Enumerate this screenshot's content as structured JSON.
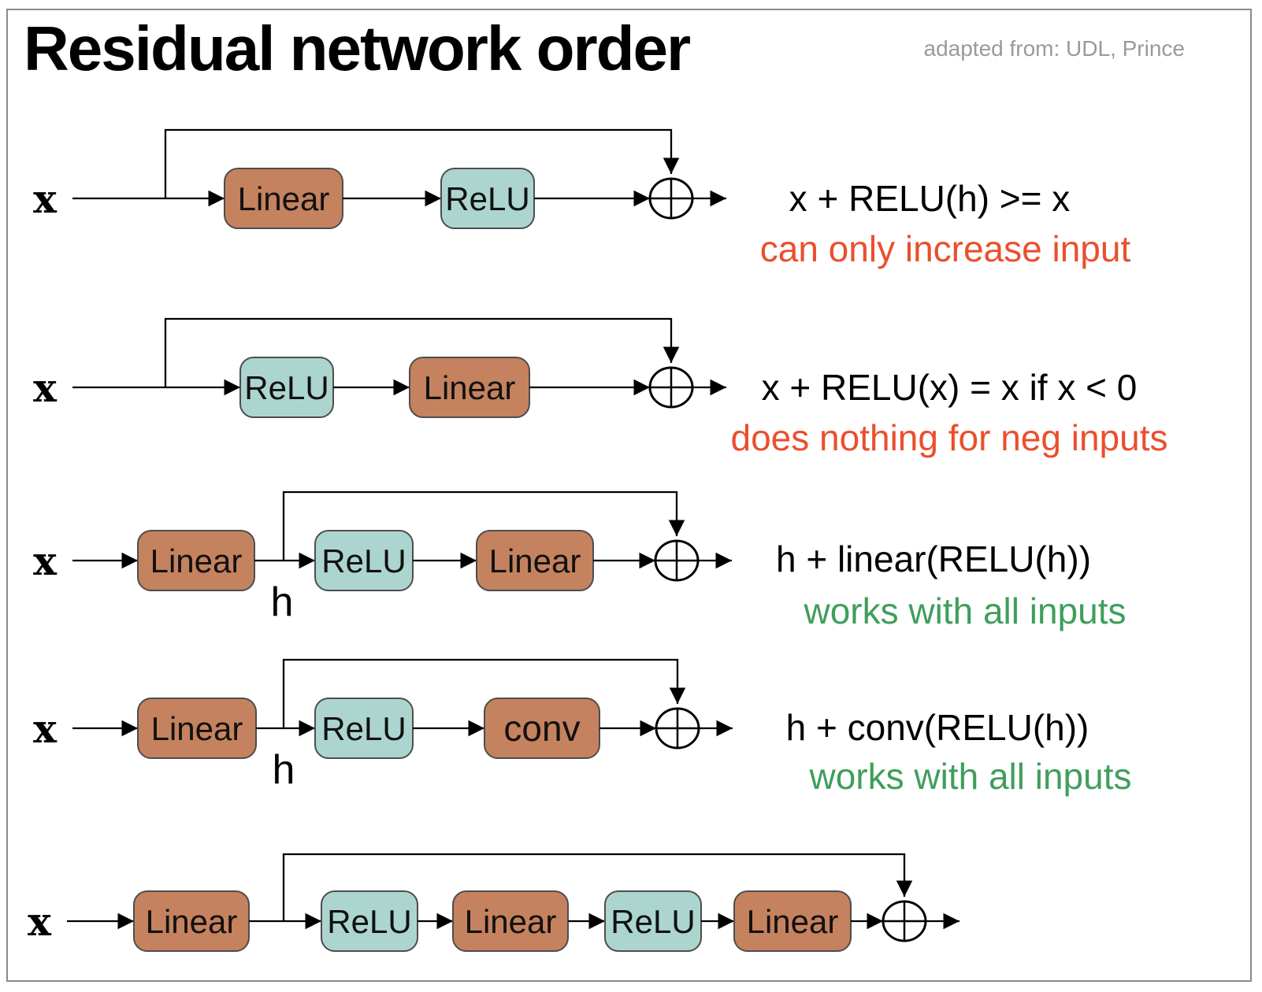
{
  "header": {
    "title": "Residual network order",
    "attribution": "adapted from: UDL, Prince"
  },
  "colors": {
    "linear_box": "#c5825e",
    "relu_box": "#add5cf",
    "box_border": "#4d4d4d",
    "note_negative": "#ea4f2d",
    "note_positive": "#3f9e5c",
    "attribution_text": "#9a9a9a",
    "wire": "#000000"
  },
  "rows": [
    {
      "input_label": "x",
      "blocks": [
        "Linear",
        "ReLU"
      ],
      "formula": "x + RELU(h) >= x",
      "note": "can only increase input",
      "note_type": "negative"
    },
    {
      "input_label": "x",
      "blocks": [
        "ReLU",
        "Linear"
      ],
      "formula": "x + RELU(x) = x if x < 0",
      "note": "does nothing for neg inputs",
      "note_type": "negative"
    },
    {
      "input_label": "x",
      "hidden_label": "h",
      "blocks": [
        "Linear",
        "ReLU",
        "Linear"
      ],
      "formula": "h + linear(RELU(h))",
      "note": "works with all inputs",
      "note_type": "positive"
    },
    {
      "input_label": "x",
      "hidden_label": "h",
      "blocks": [
        "Linear",
        "ReLU",
        "conv"
      ],
      "formula": "h + conv(RELU(h))",
      "note": "works with all inputs",
      "note_type": "positive"
    },
    {
      "input_label": "x",
      "blocks": [
        "Linear",
        "ReLU",
        "Linear",
        "ReLU",
        "Linear"
      ]
    }
  ]
}
